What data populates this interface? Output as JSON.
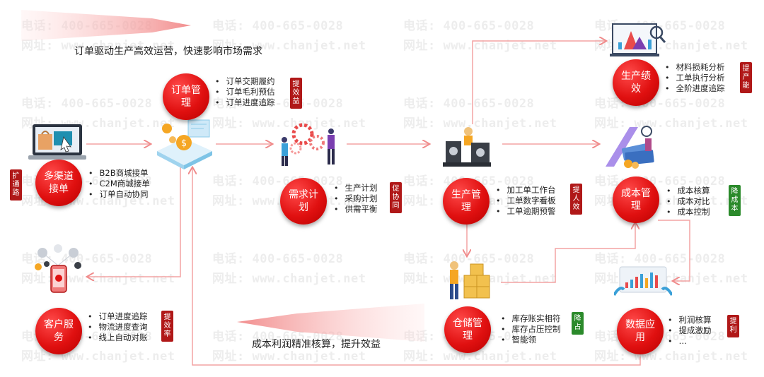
{
  "watermark": {
    "phone": "电话: 400-665-0028",
    "site": "网址: www.chanjet.net"
  },
  "top_caption": "订单驱动生产高效运营，快速影响市场需求",
  "bottom_caption": "成本利润精准核算，提升效益",
  "nodes": {
    "multichannel": {
      "label": "多渠道接单",
      "tag": "扩通路",
      "items": [
        "B2B商城接单",
        "C2M商城接单",
        "订单自动协同"
      ]
    },
    "order": {
      "label": "订单管理",
      "tag": "提效益",
      "items": [
        "订单交期履约",
        "订单毛利预估",
        "订单进度追踪"
      ]
    },
    "demand": {
      "label": "需求计划",
      "tag": "促协同",
      "items": [
        "生产计划",
        "采购计划",
        "供需平衡"
      ]
    },
    "production": {
      "label": "生产管理",
      "tag": "提人效",
      "items": [
        "加工单工作台",
        "工单数字看板",
        "工单逾期预警"
      ]
    },
    "performance": {
      "label": "生产绩效",
      "tag": "提产能",
      "items": [
        "材料损耗分析",
        "工单执行分析",
        "全阶进度追踪"
      ]
    },
    "cost": {
      "label": "成本管理",
      "tag": "降成本",
      "items": [
        "成本核算",
        "成本对比",
        "成本控制"
      ]
    },
    "warehouse": {
      "label": "仓储管理",
      "tag": "降占",
      "items": [
        "库存账实相符",
        "库存占压控制",
        "智能领"
      ]
    },
    "data": {
      "label": "数据应用",
      "tag": "提利",
      "items": [
        "利润核算",
        "提成激励",
        "…"
      ]
    },
    "service": {
      "label": "客户服务",
      "tag": "提效率",
      "items": [
        "订单进度追踪",
        "物流进度查询",
        "线上自动对账"
      ]
    }
  },
  "icons": [
    "laptop-shop-icon",
    "platform-coins-icon",
    "team-gears-icon",
    "factory-machine-icon",
    "chart-board-icon",
    "cost-money-icon",
    "warehouse-boxes-icon",
    "dashboard-tablet-icon",
    "phone-network-icon"
  ],
  "colors": {
    "accent": "#e01010",
    "line": "#f3a3a3",
    "tag_red": "#b01818",
    "tag_green": "#2b8a2b"
  }
}
